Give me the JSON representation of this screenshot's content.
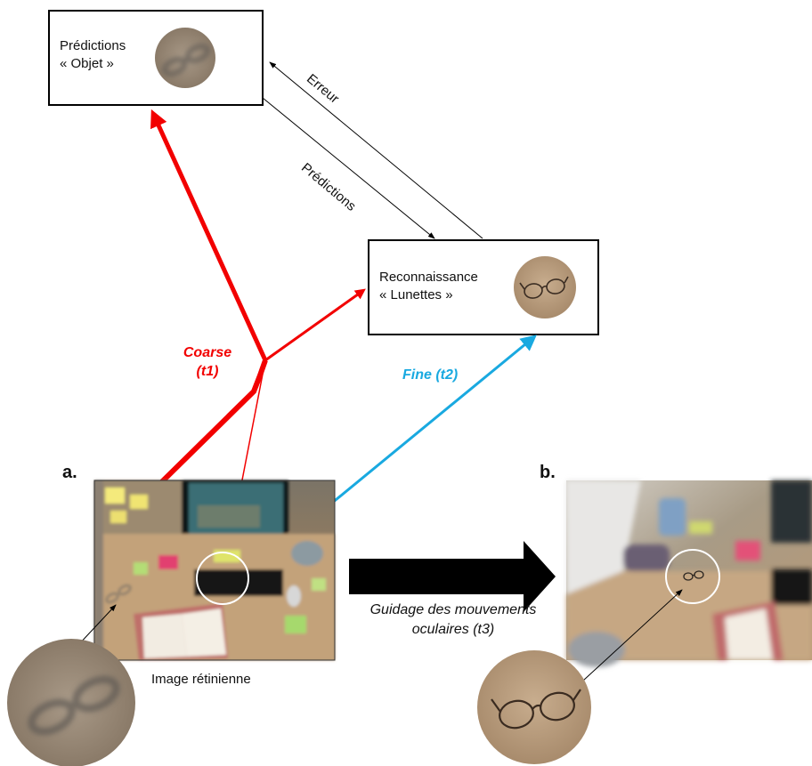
{
  "boxes": {
    "predictions": {
      "line1": "Prédictions",
      "line2": "« Objet »"
    },
    "recognition": {
      "line1": "Reconnaissance",
      "line2": "« Lunettes »"
    }
  },
  "edges": {
    "error": "Erreur",
    "predictions": "Prédictions"
  },
  "pathways": {
    "coarse_line1": "Coarse",
    "coarse_line2": "(t1)",
    "fine": "Fine (t2)"
  },
  "panels": {
    "a": "a.",
    "b": "b.",
    "retinal_caption": "Image rétinienne",
    "guidance_line1": "Guidage des mouvements",
    "guidance_line2": "oculaires (t3)"
  },
  "colors": {
    "coarse": "#f20000",
    "fine": "#19a9e0"
  }
}
